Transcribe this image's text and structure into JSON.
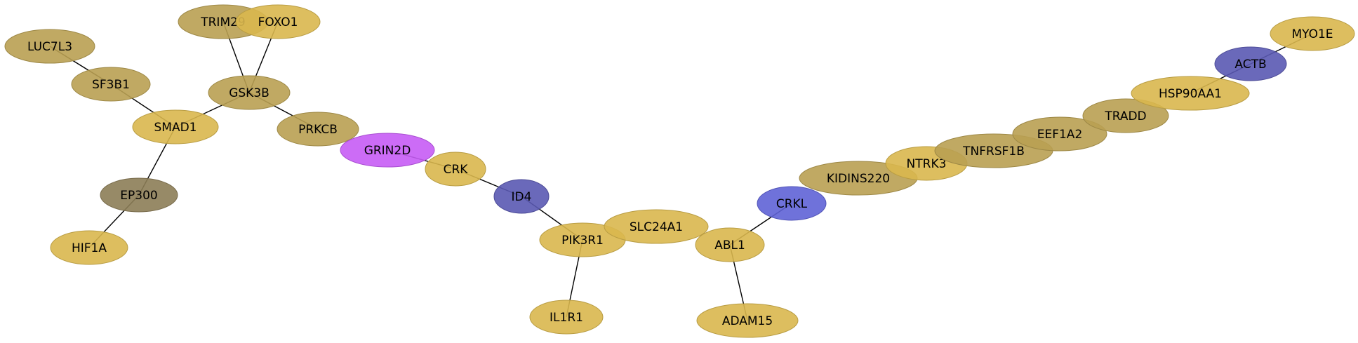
{
  "colors": {
    "gold": "#d9b74e",
    "olive": "#b9a052",
    "dark_olive": "#8c7d57",
    "purple": "#c65cf5",
    "blue": "#5f63d6",
    "dark_blue": "#5a59b2",
    "edge": "#000000"
  },
  "nodes": [
    {
      "id": "TRIM29",
      "label": "TRIM29",
      "color": "olive"
    },
    {
      "id": "FOXO1",
      "label": "FOXO1",
      "color": "gold"
    },
    {
      "id": "LUC7L3",
      "label": "LUC7L3",
      "color": "olive"
    },
    {
      "id": "SF3B1",
      "label": "SF3B1",
      "color": "olive"
    },
    {
      "id": "GSK3B",
      "label": "GSK3B",
      "color": "olive"
    },
    {
      "id": "SMAD1",
      "label": "SMAD1",
      "color": "gold"
    },
    {
      "id": "PRKCB",
      "label": "PRKCB",
      "color": "olive"
    },
    {
      "id": "GRIN2D",
      "label": "GRIN2D",
      "color": "purple"
    },
    {
      "id": "CRK",
      "label": "CRK",
      "color": "gold"
    },
    {
      "id": "EP300",
      "label": "EP300",
      "color": "dark_olive"
    },
    {
      "id": "ID4",
      "label": "ID4",
      "color": "dark_blue"
    },
    {
      "id": "HIF1A",
      "label": "HIF1A",
      "color": "gold"
    },
    {
      "id": "PIK3R1",
      "label": "PIK3R1",
      "color": "gold"
    },
    {
      "id": "SLC24A1",
      "label": "SLC24A1",
      "color": "gold"
    },
    {
      "id": "IL1R1",
      "label": "IL1R1",
      "color": "gold"
    },
    {
      "id": "ABL1",
      "label": "ABL1",
      "color": "gold"
    },
    {
      "id": "ADAM15",
      "label": "ADAM15",
      "color": "gold"
    },
    {
      "id": "CRKL",
      "label": "CRKL",
      "color": "blue"
    },
    {
      "id": "KIDINS220",
      "label": "KIDINS220",
      "color": "olive"
    },
    {
      "id": "NTRK3",
      "label": "NTRK3",
      "color": "gold"
    },
    {
      "id": "TNFRSF1B",
      "label": "TNFRSF1B",
      "color": "olive"
    },
    {
      "id": "EEF1A2",
      "label": "EEF1A2",
      "color": "olive"
    },
    {
      "id": "TRADD",
      "label": "TRADD",
      "color": "olive"
    },
    {
      "id": "HSP90AA1",
      "label": "HSP90AA1",
      "color": "gold"
    },
    {
      "id": "ACTB",
      "label": "ACTB",
      "color": "dark_blue"
    },
    {
      "id": "MYO1E",
      "label": "MYO1E",
      "color": "gold"
    }
  ],
  "edges": [
    [
      "LUC7L3",
      "SF3B1"
    ],
    [
      "SF3B1",
      "SMAD1"
    ],
    [
      "SMAD1",
      "GSK3B"
    ],
    [
      "SMAD1",
      "EP300"
    ],
    [
      "EP300",
      "HIF1A"
    ],
    [
      "GSK3B",
      "TRIM29"
    ],
    [
      "GSK3B",
      "FOXO1"
    ],
    [
      "GSK3B",
      "PRKCB"
    ],
    [
      "GRIN2D",
      "CRK"
    ],
    [
      "CRK",
      "ID4"
    ],
    [
      "ID4",
      "PIK3R1"
    ],
    [
      "PIK3R1",
      "IL1R1"
    ],
    [
      "ABL1",
      "CRKL"
    ],
    [
      "ABL1",
      "ADAM15"
    ],
    [
      "HSP90AA1",
      "ACTB"
    ],
    [
      "ACTB",
      "MYO1E"
    ]
  ]
}
